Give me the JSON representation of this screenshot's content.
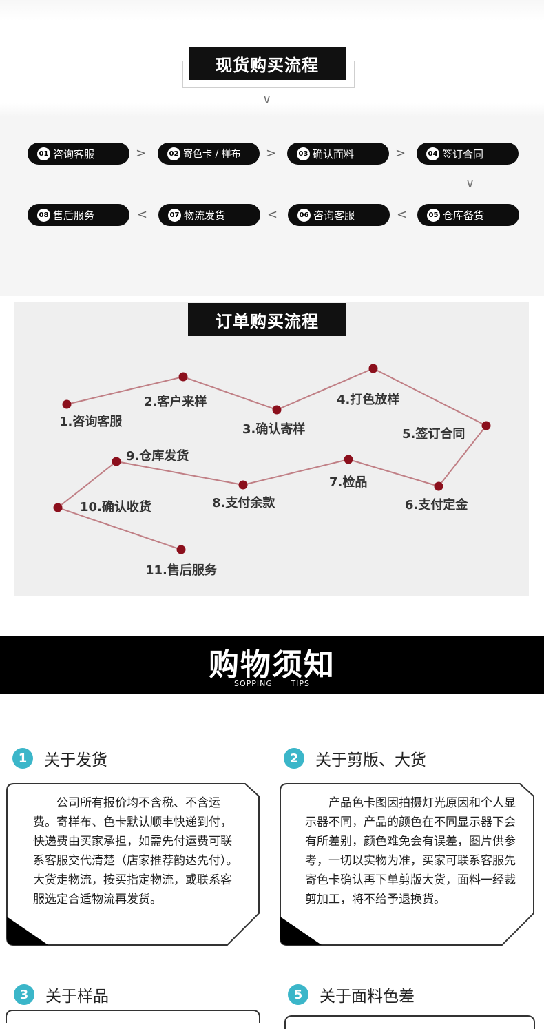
{
  "spot_flow": {
    "title": "现货购买流程",
    "steps": [
      {
        "num": "01",
        "label": "咨询客服"
      },
      {
        "num": "02",
        "label": "寄色卡 / 样布"
      },
      {
        "num": "03",
        "label": "确认面料"
      },
      {
        "num": "04",
        "label": "签订合同"
      },
      {
        "num": "05",
        "label": "仓库备货"
      },
      {
        "num": "06",
        "label": "咨询客服"
      },
      {
        "num": "07",
        "label": "物流发货"
      },
      {
        "num": "08",
        "label": "售后服务"
      }
    ],
    "arrow_right": ">",
    "arrow_left": "<",
    "arrow_down": "∨"
  },
  "order_flow": {
    "title": "订单购买流程",
    "steps": [
      "1.咨询客服",
      "2.客户来样",
      "3.确认寄样",
      "4.打色放样",
      "5.签订合同",
      "6.支付定金",
      "7.检品",
      "8.支付余款",
      "9.仓库发货",
      "10.确认收货",
      "11.售后服务"
    ],
    "line_color": "#c07f85",
    "dot_color": "#8b0f1c"
  },
  "tips": {
    "title": "购物须知",
    "subtitle": "SOPPING TIPS",
    "accent": "#3bb6c9",
    "sections": [
      {
        "num": "1",
        "title": "关于发货",
        "body": "公司所有报价均不含税、不含运费。寄样布、色卡默认顺丰快递到付，快递费由买家承担，如需先付运费可联系客服交代清楚（店家推荐韵达先付）。大货走物流，按买指定物流，或联系客服选定合适物流再发货。"
      },
      {
        "num": "2",
        "title": "关于剪版、大货",
        "body": "产品色卡图因拍摄灯光原因和个人显示器不同，产品的颜色在不同显示器下会有所差别，颜色难免会有误差，图片供参考，一切以实物为准，买家可联系客服先寄色卡确认再下单剪版大货，面料一经裁剪加工，将不给予退换货。"
      },
      {
        "num": "3",
        "title": "关于样品"
      },
      {
        "num": "5",
        "title": "关于面料色差"
      }
    ]
  }
}
